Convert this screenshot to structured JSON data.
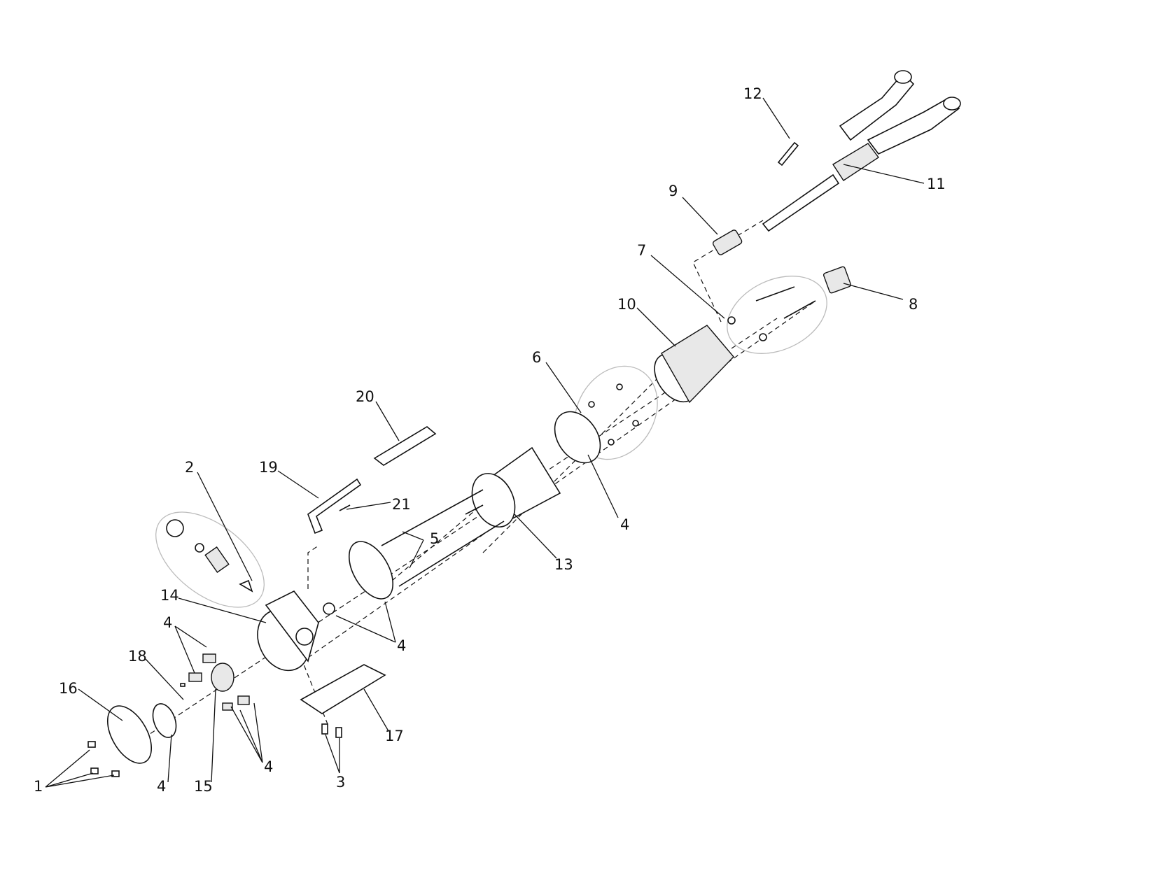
{
  "diagram": {
    "title": "Exploded parts diagram",
    "callouts": [
      {
        "label": "1"
      },
      {
        "label": "2"
      },
      {
        "label": "3"
      },
      {
        "label": "4"
      },
      {
        "label": "5"
      },
      {
        "label": "6"
      },
      {
        "label": "7"
      },
      {
        "label": "8"
      },
      {
        "label": "9"
      },
      {
        "label": "10"
      },
      {
        "label": "11"
      },
      {
        "label": "12"
      },
      {
        "label": "13"
      },
      {
        "label": "14"
      },
      {
        "label": "15"
      },
      {
        "label": "16"
      },
      {
        "label": "17"
      },
      {
        "label": "18"
      },
      {
        "label": "19"
      },
      {
        "label": "20"
      },
      {
        "label": "21"
      }
    ]
  }
}
